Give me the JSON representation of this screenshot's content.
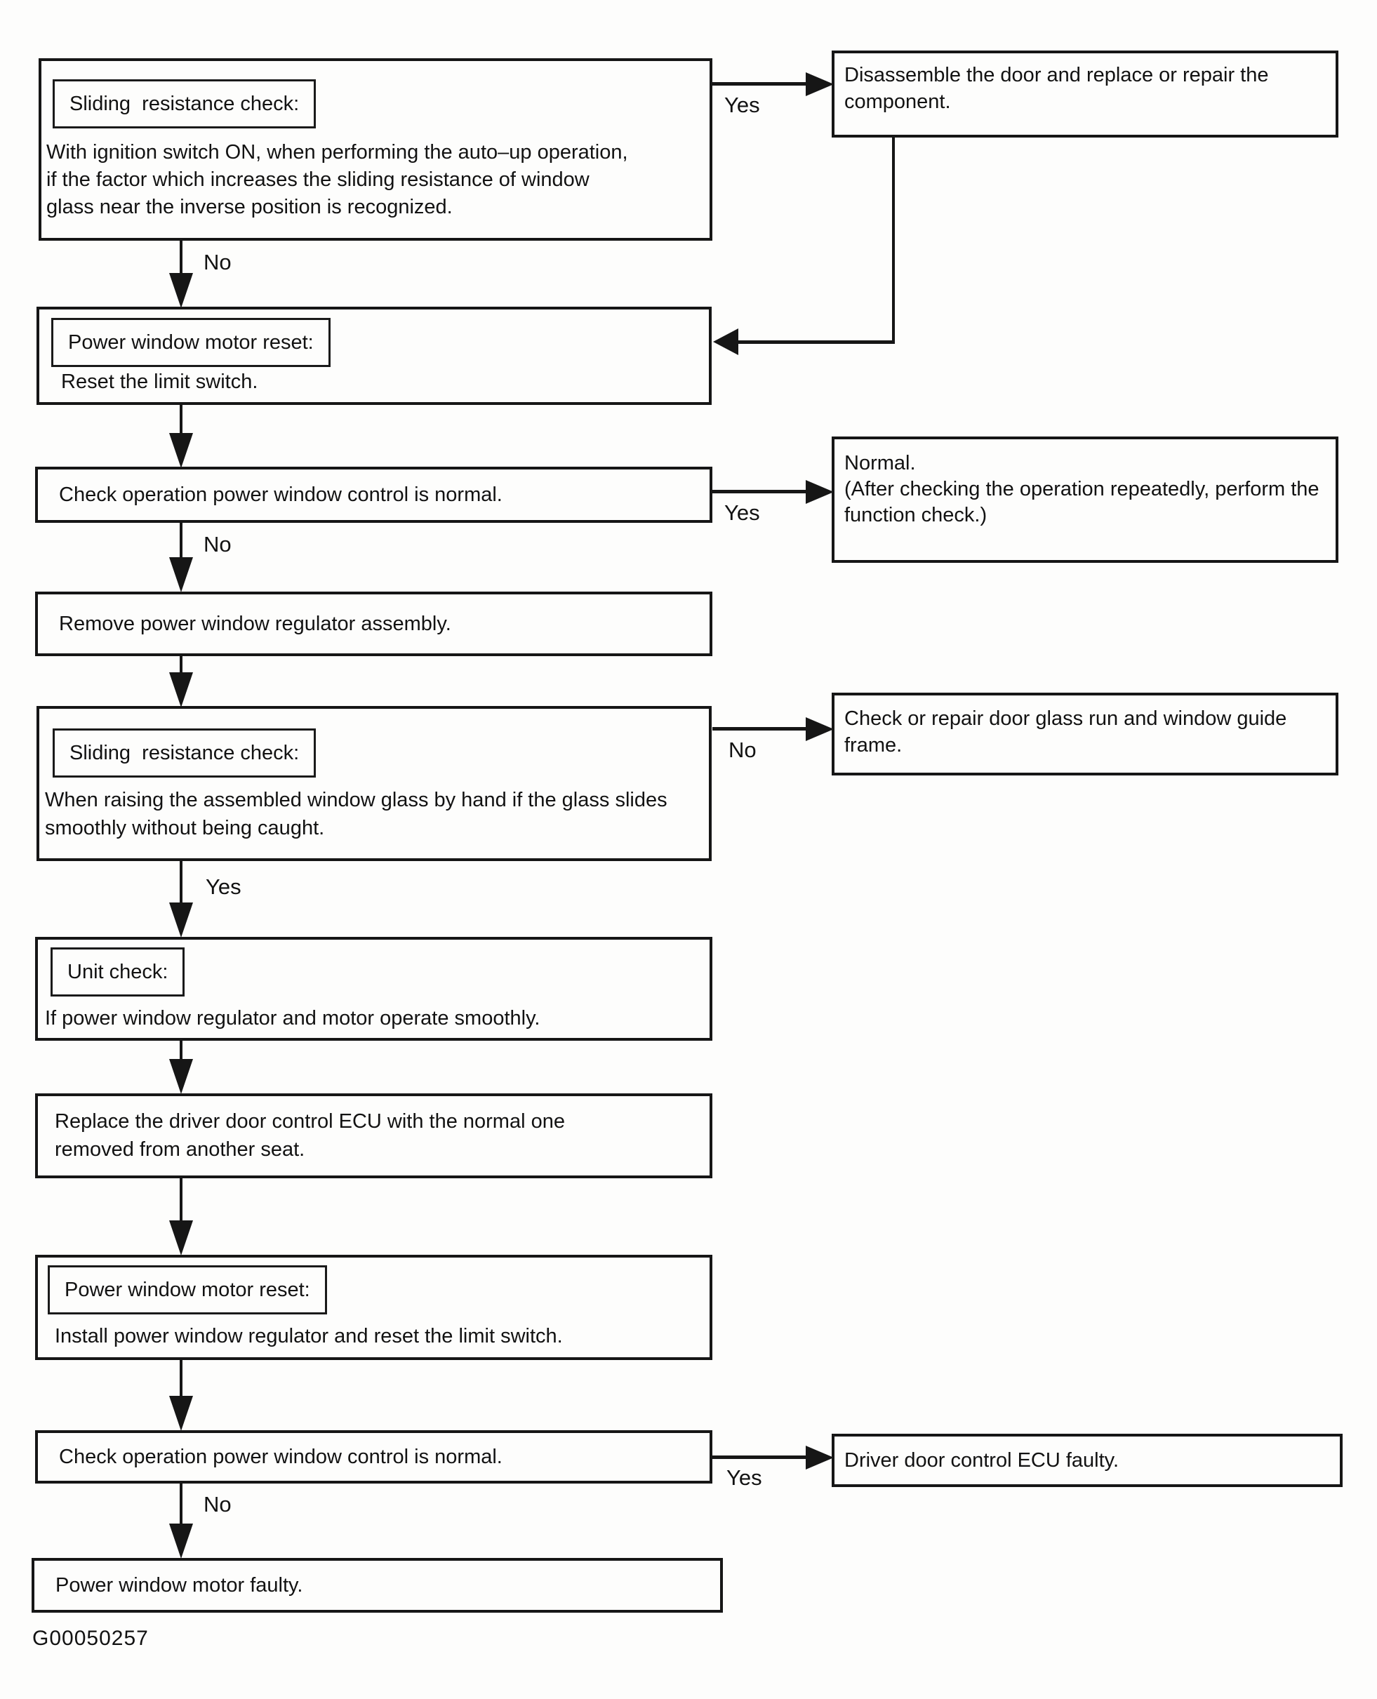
{
  "diagram": {
    "caption": "G00050257",
    "yes_label": "Yes",
    "no_label": "No",
    "nodes": {
      "sliding_check_1": {
        "title": "Sliding  resistance check:",
        "line1": "With ignition switch ON, when performing the auto–up operation,",
        "line2": "if the factor which increases the sliding resistance of window",
        "line3": "glass near the inverse position is recognized."
      },
      "disassemble": {
        "line1": "Disassemble the door and replace or repair the",
        "line2": "component."
      },
      "motor_reset_1": {
        "title": "Power window motor reset:",
        "line1": "Reset the limit switch."
      },
      "check_operation_1": {
        "line1": "Check operation power window control is normal."
      },
      "normal": {
        "line1": "Normal.",
        "line2": "(After checking the operation repeatedly, perform the",
        "line3": "function check.)"
      },
      "remove_regulator": {
        "line1": "Remove power window regulator assembly."
      },
      "sliding_check_2": {
        "title": "Sliding  resistance check:",
        "line1": "When raising the assembled window glass by hand if the glass slides",
        "line2": "smoothly without being caught."
      },
      "check_repair_glass_run": {
        "line1": "Check or repair door glass run and window guide",
        "line2": "frame."
      },
      "unit_check": {
        "title": "Unit check:",
        "line1": "If power window regulator and motor operate smoothly."
      },
      "replace_ecu": {
        "line1": "Replace the driver door control ECU with the normal one",
        "line2": "removed from another seat."
      },
      "motor_reset_2": {
        "title": "Power window motor reset:",
        "line1": "Install power window regulator and reset the limit switch."
      },
      "check_operation_2": {
        "line1": "Check operation power window control is normal."
      },
      "ecu_faulty": {
        "line1": "Driver door control ECU faulty."
      },
      "motor_faulty": {
        "line1": "Power window motor faulty."
      }
    }
  }
}
